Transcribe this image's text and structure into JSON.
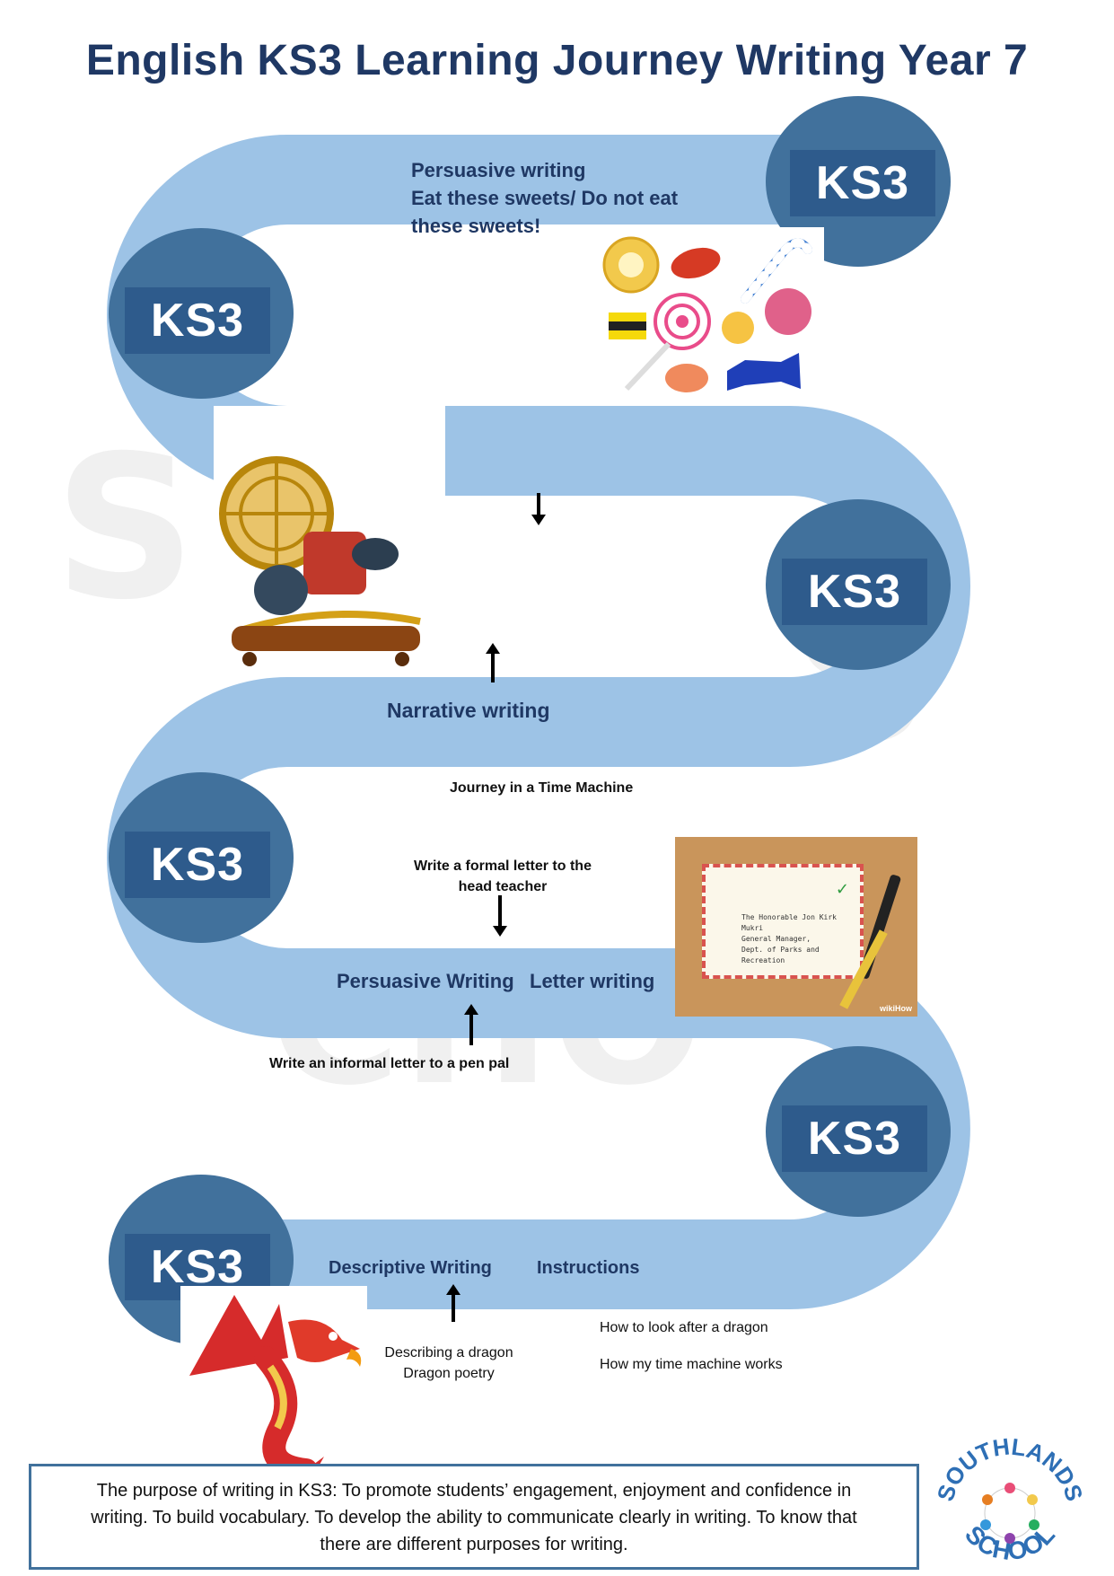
{
  "title": "English KS3 Learning Journey Writing Year 7",
  "badges": [
    "KS3",
    "KS3",
    "KS3",
    "KS3",
    "KS3",
    "KS3"
  ],
  "stage1": {
    "heading": "Persuasive writing",
    "line1": "Eat these sweets/ Do not eat",
    "line2": "these sweets!"
  },
  "stage2": {
    "heading": "Narrative writing",
    "task": "Journey in a Time Machine"
  },
  "stage3": {
    "heading1": "Persuasive Writing",
    "heading2": "Letter writing",
    "task_formal_1": "Write a formal letter to the",
    "task_formal_2": "head  teacher",
    "task_informal": "Write an informal letter to a pen pal",
    "letter_lines": [
      "The Honorable Jon Kirk Mukri",
      "General Manager,",
      "Dept. of Parks and Recreation"
    ],
    "letter_mark": "wikiHow"
  },
  "stage4": {
    "heading1": "Descriptive Writing",
    "heading2": "Instructions",
    "task1_line1": "Describing a dragon",
    "task1_line2": "Dragon poetry",
    "task2_line1": "How to look after a dragon",
    "task2_line2": "How my time machine works"
  },
  "purpose": {
    "line1": "The purpose of writing in KS3: To promote students’ engagement, enjoyment and confidence  in",
    "line2": "writing. To build vocabulary. To develop the ability to communicate clearly in writing. To know that",
    "line3": "there are different purposes for writing."
  },
  "logo": {
    "text_top": "SOUTHLANDS",
    "text_bottom": "SCHOOL"
  },
  "colors": {
    "title": "#1f3864",
    "road": "#9dc3e6",
    "badge": "#41719c",
    "badge_box": "#2e5b8c"
  },
  "icons": [
    "sweets-illustration",
    "time-machine-illustration",
    "letter-illustration",
    "dragon-illustration",
    "southlands-logo"
  ]
}
